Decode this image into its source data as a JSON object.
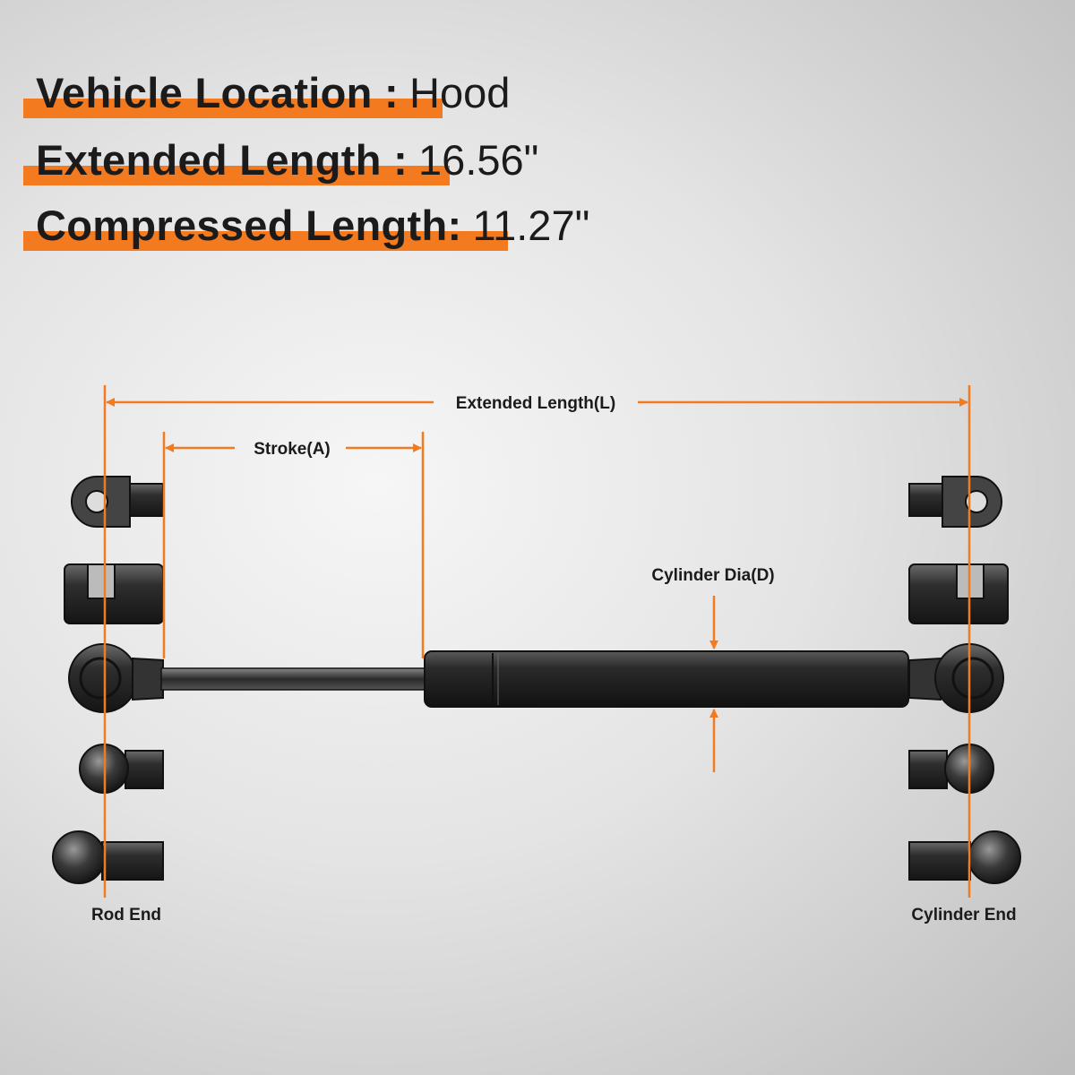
{
  "specs": [
    {
      "label": "Vehicle Location :",
      "value": "Hood"
    },
    {
      "label": "Extended Length :",
      "value": "16.56\""
    },
    {
      "label": "Compressed Length:",
      "value": "11.27\""
    }
  ],
  "diagram": {
    "extended_length_label": "Extended Length(L)",
    "stroke_label": "Stroke(A)",
    "cylinder_dia_label": "Cylinder Dia(D)",
    "rod_end_label": "Rod End",
    "cylinder_end_label": "Cylinder End"
  },
  "colors": {
    "accent": "#f47a20",
    "text": "#1b1b1b",
    "metal": "#2c2c2c"
  }
}
